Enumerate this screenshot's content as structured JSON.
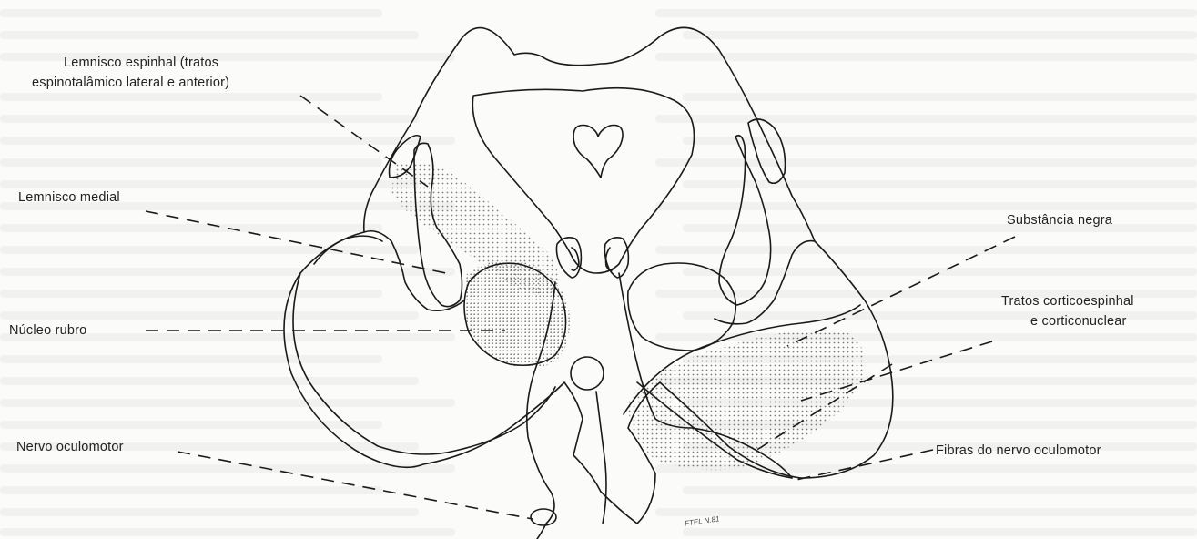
{
  "labels": {
    "lemnisco_espinhal_line1": "Lemnisco espinhal (tratos",
    "lemnisco_espinhal_line2": "espinotalâmico lateral e anterior)",
    "lemnisco_medial": "Lemnisco medial",
    "nucleo_rubro": "Núcleo rubro",
    "nervo_oculomotor": "Nervo oculomotor",
    "substancia_negra": "Substância negra",
    "tratos_line1": "Tratos corticoespinhal",
    "tratos_line2": "e corticonuclear",
    "fibras_oculomotor": "Fibras do nervo oculomotor"
  },
  "signature": "FTEL N.81",
  "colors": {
    "line": "#1a1a1a",
    "stipple": "#6a6a6a",
    "background": "#fbfbfa"
  }
}
